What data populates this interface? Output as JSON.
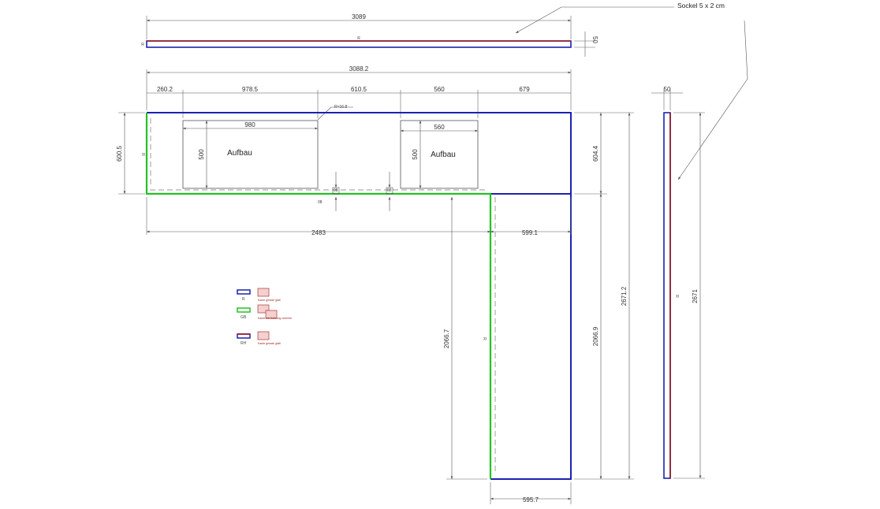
{
  "note": "Sockel 5 x 2 cm",
  "dims": {
    "plinth_length": "3089",
    "plinth_height": "50",
    "total_length": "3088.2",
    "seg1": "260.2",
    "seg2": "978.5",
    "seg3": "610.5",
    "seg4": "560",
    "seg5": "679",
    "radius": "R=16.8",
    "cutout1_width": "980",
    "cutout1_height": "500",
    "cutout2_width": "560",
    "cutout2_height": "500",
    "depth_left": "600.5",
    "depth_right": "604.4",
    "bottom_left": "2483",
    "bottom_right": "599.1",
    "leg_inner": "2066.7",
    "leg_mid": "2066.9",
    "leg_outer": "2671.2",
    "leg_bottom": "595.7",
    "side_width": "50",
    "side_height": "2671"
  },
  "labels": {
    "aufbau_1": "Aufbau",
    "aufbau_2": "Aufbau"
  },
  "markers": {
    "m_top_plinth": "R",
    "m_plinth_left": "R",
    "m_left_edge": "R",
    "m_small_1": "08",
    "m_small_2": "08",
    "m_small_3": "08",
    "m_leg": "R",
    "m_side": "R"
  },
  "legend": [
    {
      "key": "R",
      "text": "Kante gerade glatt"
    },
    {
      "key": "GB",
      "text": "Kante mit Gehrung verleimt"
    },
    {
      "key": "RH",
      "text": "Kante gerade glatt"
    }
  ],
  "colors": {
    "blue_edge": "#1a22b0",
    "green_edge": "#22c322",
    "red_edge": "#9b1c1c"
  }
}
